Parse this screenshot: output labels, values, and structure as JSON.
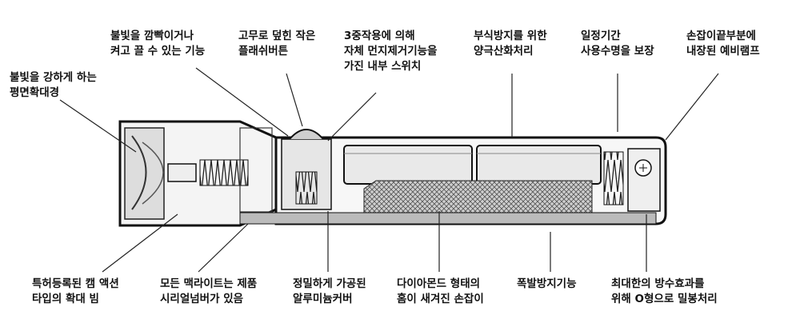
{
  "labels": {
    "reflector": [
      "불빛을 강하게 하는",
      "평면확대경"
    ],
    "switch_blink": [
      "불빛을 깜빡이거나",
      "켜고 끌 수 있는 기능"
    ],
    "rubber_button": [
      "고무로 덮힌 작은",
      "플래쉬버튼"
    ],
    "triple_switch": [
      "3중작용에 의해",
      "자체 먼지제거기능을",
      "가진 내부 스위치"
    ],
    "anodized": [
      "부식방지를 위한",
      "양극산화처리"
    ],
    "battery_life": [
      "일정기간",
      "사용수명을 보장"
    ],
    "spare_lamp": [
      "손잡이끝부분에",
      "내장된 예비램프"
    ],
    "patent_cam": [
      "특허등록된 캠 액션",
      "타입의 확대 빔"
    ],
    "serial": [
      "모든 맥라이트는 제품",
      "시리얼넘버가 있음"
    ],
    "precision_cover": [
      "정밀하게 가공된",
      "알루미늄커버"
    ],
    "diamond_grip": [
      "다이아몬드 형태의",
      "홈이 새겨진 손잡이"
    ],
    "explosion": [
      "폭발방지기능"
    ],
    "waterproof": [
      "최대한의 방수효과를",
      "위해 O형으로 밀봉처리"
    ]
  }
}
